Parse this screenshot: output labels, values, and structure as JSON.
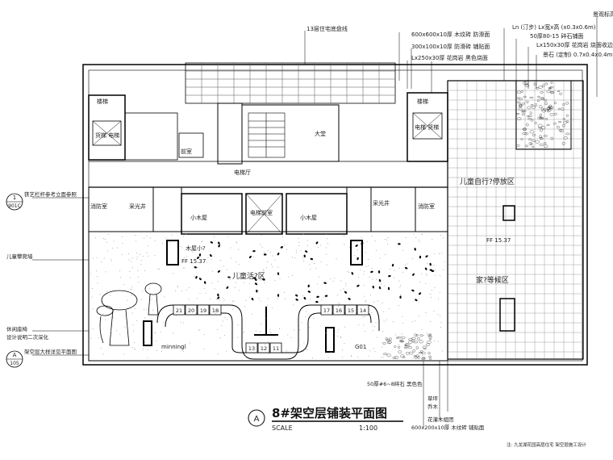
{
  "title": {
    "text": "8#架空层铺装平面图",
    "scale_label": "SCALE",
    "scale_value": "1:100",
    "marker": "A"
  },
  "callouts_top": [
    "13层住宅底盘线",
    "600x600x10厚 木纹砖 防滑面",
    "300x100x10厚 防滑砖 铺贴面",
    "Lx250x30厚 花岗岩 黑色烧面",
    "Ln (汀步) Lx宽x高 (x0.3x0.6m)",
    "50厚80-15 碎石铺面",
    "Lx150x30厚 花岗岩 烧面收边",
    "景石 (定制) 0.7x0.4x0.4m",
    "景观标高"
  ],
  "callouts_left": [
    "铁艺栏杆参考立面参照",
    "儿童攀爬墙",
    "休闲座椅",
    "设计说明二次深化",
    "架空层大样详见平面图"
  ],
  "section_refs": [
    {
      "num": "1",
      "sheet": "901C"
    },
    {
      "num": "A",
      "sheet": "105"
    }
  ],
  "callouts_bottom": [
    "50厚#6~8碎石 黑色色 ",
    "草坪",
    "乔木",
    "花灌木组团",
    "600x200x10厚 木纹砖 铺贴面"
  ],
  "rooms": {
    "stair_left": "楼梯",
    "elevator_left": "货梯 电梯",
    "hall_top": "大堂",
    "corridor": "电梯厅",
    "room_small": "前室",
    "cabin_left": "小木屋",
    "cabin_right": "小木屋",
    "light_well": "采光井",
    "fire_left": "消防室",
    "stair_right_label": "楼梯",
    "elevator_right": "电梯 货梯",
    "lift_mid": "电梯前室",
    "shaft_right": "采光井",
    "fire_right": "消防室",
    "kids_bike_zone": "儿童自行?停放区",
    "kids_play_zone": "儿童活?区",
    "family_zone": "家?等候区",
    "elevation_left": "FF 15.37",
    "elevation_right": "FF 15.37",
    "wood_cabin_note": "木屋小?",
    "minnie": "minningl",
    "code_right": "G01"
  },
  "lane_numbers": [
    "21",
    "20",
    "19",
    "18",
    "17",
    "16",
    "15",
    "14",
    "13",
    "12",
    "11"
  ],
  "footer_note": "注: 九龙湖花园高层住宅 架空层施工设计"
}
